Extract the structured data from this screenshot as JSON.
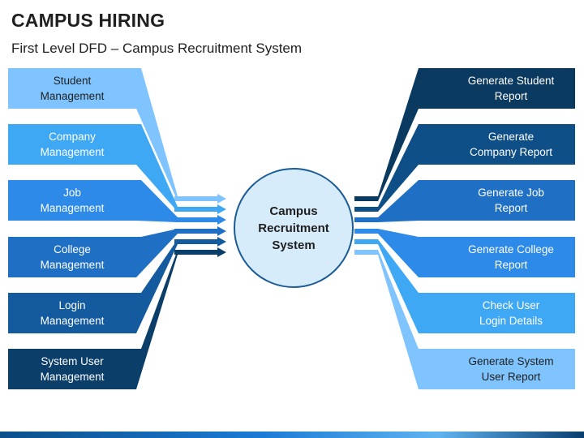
{
  "title": "CAMPUS HIRING",
  "subtitle": "First Level DFD – Campus Recruitment System",
  "center": {
    "label": "Campus\nRecruitment\nSystem",
    "fill": "#d6ecfb",
    "stroke": "#1b5c96"
  },
  "left_items": [
    {
      "label": "Student\nManagement",
      "color": "#7fc4ff",
      "text_color": "#1f1f1f"
    },
    {
      "label": "Company\nManagement",
      "color": "#3fa8f5",
      "text_color": "#ffffff"
    },
    {
      "label": "Job\nManagement",
      "color": "#2d8ae8",
      "text_color": "#ffffff"
    },
    {
      "label": "College\nManagement",
      "color": "#1f70c4",
      "text_color": "#ffffff"
    },
    {
      "label": "Login\nManagement",
      "color": "#135b9e",
      "text_color": "#ffffff"
    },
    {
      "label": "System User\nManagement",
      "color": "#0c3e6a",
      "text_color": "#ffffff"
    }
  ],
  "right_items": [
    {
      "label": "Generate Student\nReport",
      "color": "#0b3a60",
      "text_color": "#ffffff"
    },
    {
      "label": "Generate\nCompany Report",
      "color": "#0f4f87",
      "text_color": "#ffffff"
    },
    {
      "label": "Generate Job\nReport",
      "color": "#1f70c4",
      "text_color": "#ffffff"
    },
    {
      "label": "Generate College\nReport",
      "color": "#2d8ae8",
      "text_color": "#ffffff"
    },
    {
      "label": "Check User\nLogin Details",
      "color": "#3fa8f5",
      "text_color": "#ffffff"
    },
    {
      "label": "Generate System\nUser Report",
      "color": "#7fc4ff",
      "text_color": "#1f1f1f"
    }
  ]
}
